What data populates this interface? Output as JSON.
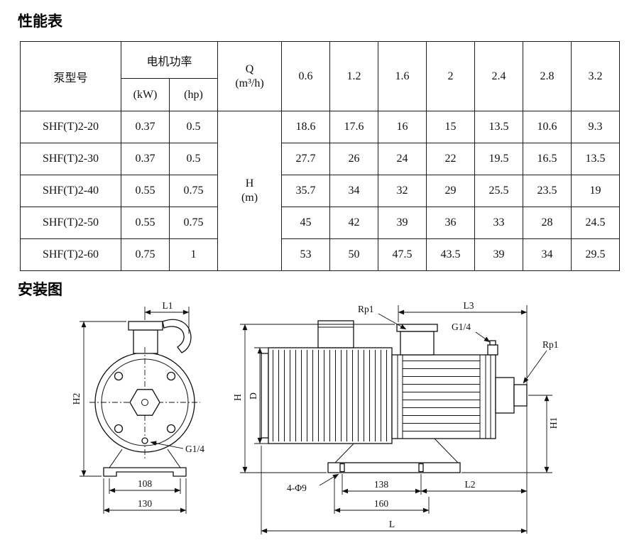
{
  "page": {
    "performance_title": "性能表",
    "installation_title": "安装图"
  },
  "table": {
    "headers": {
      "model": "泵型号",
      "motor_power": "电机功率",
      "kw": "(kW)",
      "hp": "(hp)",
      "q_label": "Q",
      "q_unit": "(m³/h)",
      "h_label": "H",
      "h_unit": "(m)",
      "flow_values": [
        "0.6",
        "1.2",
        "1.6",
        "2",
        "2.4",
        "2.8",
        "3.2"
      ]
    },
    "rows": [
      {
        "model": "SHF(T)2-20",
        "kw": "0.37",
        "hp": "0.5",
        "heads": [
          "18.6",
          "17.6",
          "16",
          "15",
          "13.5",
          "10.6",
          "9.3"
        ]
      },
      {
        "model": "SHF(T)2-30",
        "kw": "0.37",
        "hp": "0.5",
        "heads": [
          "27.7",
          "26",
          "24",
          "22",
          "19.5",
          "16.5",
          "13.5"
        ]
      },
      {
        "model": "SHF(T)2-40",
        "kw": "0.55",
        "hp": "0.75",
        "heads": [
          "35.7",
          "34",
          "32",
          "29",
          "25.5",
          "23.5",
          "19"
        ]
      },
      {
        "model": "SHF(T)2-50",
        "kw": "0.55",
        "hp": "0.75",
        "heads": [
          "45",
          "42",
          "39",
          "36",
          "33",
          "28",
          "24.5"
        ]
      },
      {
        "model": "SHF(T)2-60",
        "kw": "0.75",
        "hp": "1",
        "heads": [
          "53",
          "50",
          "47.5",
          "43.5",
          "39",
          "34",
          "29.5"
        ]
      }
    ]
  },
  "diagram": {
    "front": {
      "l1": "L1",
      "h2": "H2",
      "g14": "G1/4",
      "d108": "108",
      "d130": "130"
    },
    "side": {
      "rp1_top": "Rp1",
      "l3": "L3",
      "g14": "G1/4",
      "rp1_right": "Rp1",
      "h": "H",
      "d": "D",
      "h1": "H1",
      "holes": "4-Φ9",
      "d138": "138",
      "l2": "L2",
      "d160": "160",
      "l": "L"
    }
  }
}
